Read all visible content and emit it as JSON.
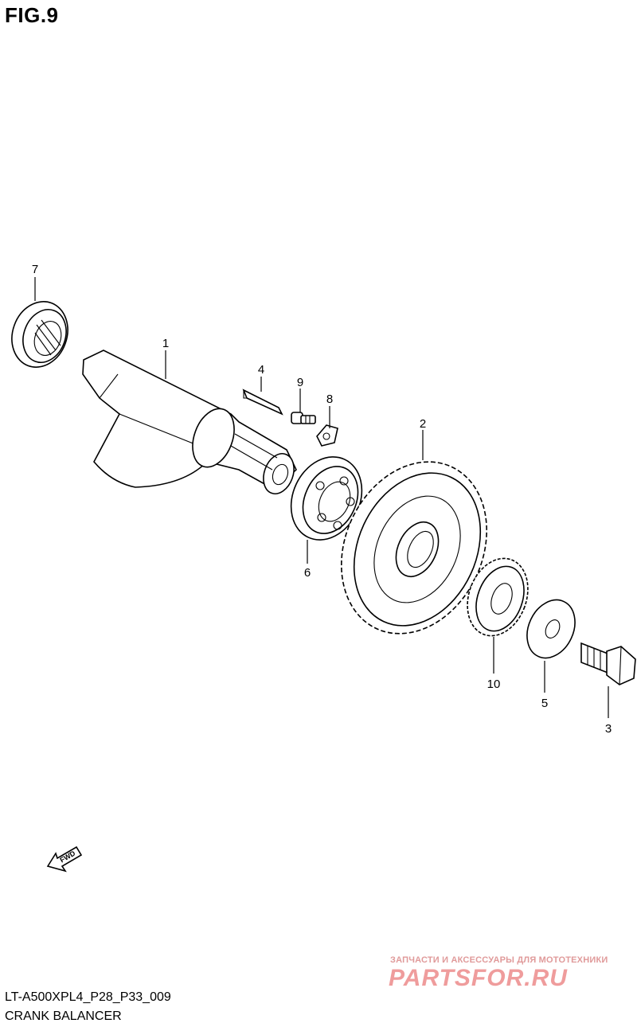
{
  "header": {
    "figure_label": "FIG.9"
  },
  "callouts": [
    {
      "id": "1",
      "label": "1"
    },
    {
      "id": "2",
      "label": "2"
    },
    {
      "id": "3",
      "label": "3"
    },
    {
      "id": "4",
      "label": "4"
    },
    {
      "id": "5",
      "label": "5"
    },
    {
      "id": "6",
      "label": "6"
    },
    {
      "id": "7",
      "label": "7"
    },
    {
      "id": "8",
      "label": "8"
    },
    {
      "id": "9",
      "label": "9"
    },
    {
      "id": "10",
      "label": "10"
    }
  ],
  "direction_arrow": {
    "label": "FWD"
  },
  "footer": {
    "diagram_code": "LT-A500XPL4_P28_P33_009",
    "diagram_name": "CRANK BALANCER"
  },
  "watermark": {
    "tagline": "ЗАПЧАСТИ И АКСЕССУАРЫ ДЛЯ МОТОТЕХНИКИ",
    "brand": "PARTSFOR.RU",
    "color": "#ef9c9c"
  }
}
